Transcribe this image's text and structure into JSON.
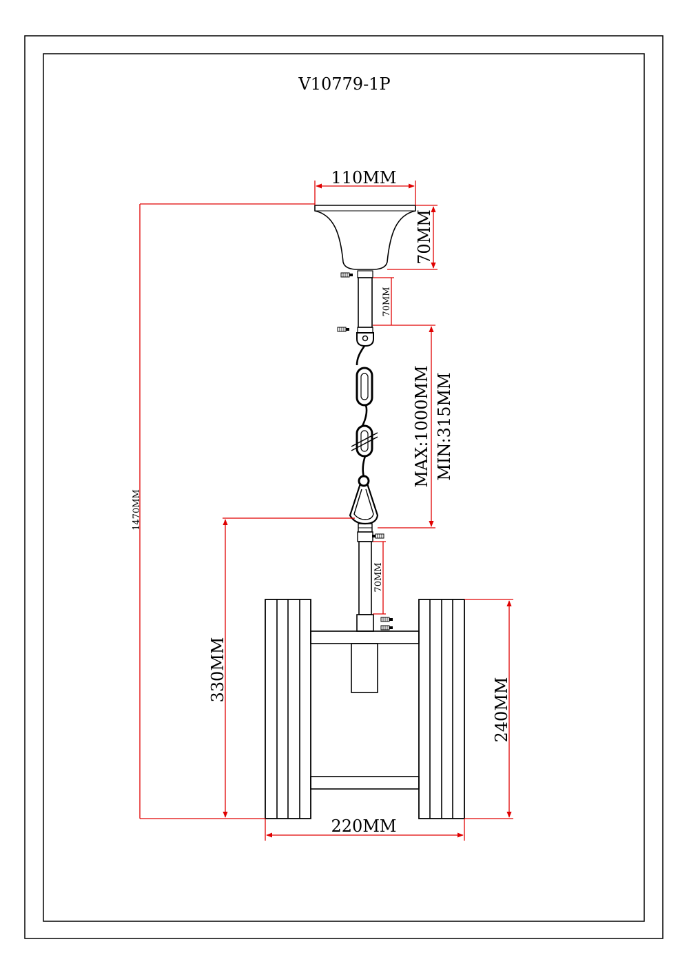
{
  "title": "V10779-1P",
  "dimensions": {
    "canopy_width": "110MM",
    "canopy_height": "70MM",
    "upper_rod": "70MM",
    "chain_max": "MAX:1000MM",
    "chain_min": "MIN:315MM",
    "overall_height": "1470MM",
    "lower_rod": "70MM",
    "fixture_height": "330MM",
    "shade_height": "240MM",
    "fixture_width": "220MM"
  },
  "colors": {
    "dimension": "#e00000",
    "outline": "#000000",
    "border": "#000000"
  }
}
